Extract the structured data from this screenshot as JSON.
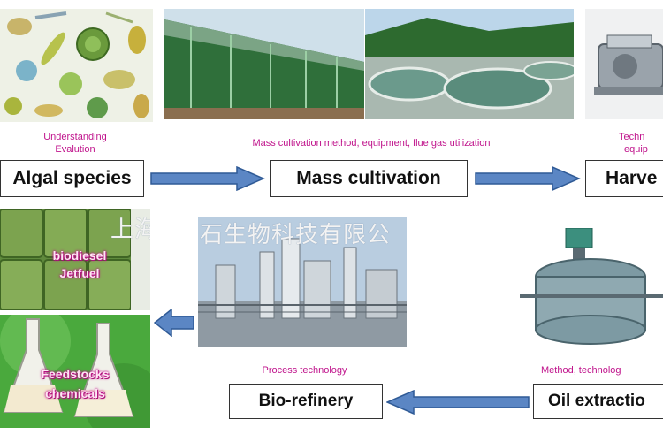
{
  "stages": {
    "algal_species": "Algal species",
    "mass_cultivation": "Mass cultivation",
    "harvest": "Harve",
    "oil_extraction": "Oil extractio",
    "bio_refinery": "Bio-refinery"
  },
  "captions": {
    "understanding": "Understanding",
    "evolution": "Evalution",
    "mass_cultivation": "Mass cultivation method, equipment, flue gas utilization",
    "harvest_line1": "Techn",
    "harvest_line2": "equip",
    "oil_extraction": "Method, technolog",
    "process": "Process technology"
  },
  "products": {
    "biodiesel": "biodiesel",
    "jetfuel": "Jetfuel",
    "feedstocks": "Feedstocks",
    "chemicals": "chemicals"
  },
  "watermarks": {
    "left": "上海",
    "center": "石生物科技有限公"
  },
  "colors": {
    "caption": "#c0148c",
    "arrow_fill": "#5b86c4",
    "arrow_stroke": "#2f5a96"
  },
  "icons": {
    "flow_arrow": "right-arrow-icon",
    "return_arrow": "left-arrow-icon"
  }
}
